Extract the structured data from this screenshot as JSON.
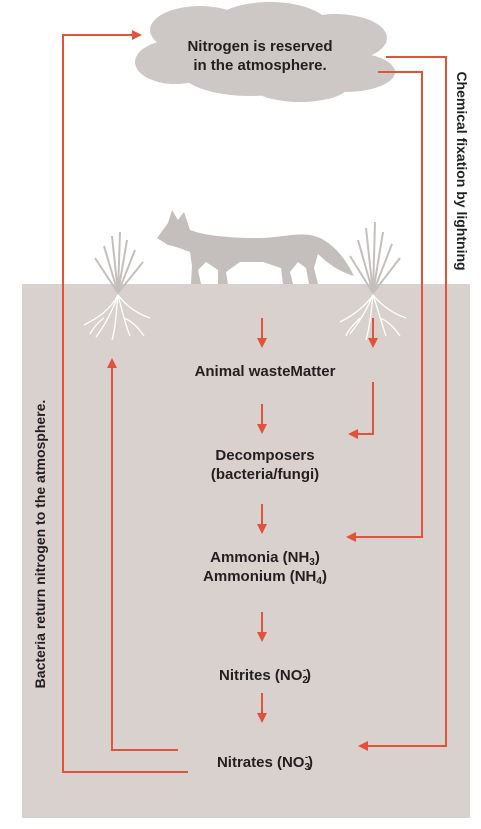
{
  "cloud_text": [
    "Nitrogen is reserved",
    "in the atmosphere."
  ],
  "side_labels": {
    "right": "Chemical fixation by lightning",
    "left": "Bacteria return nitrogen to the atmosphere."
  },
  "steps": {
    "animal_waste": "Animal wasteMatter",
    "decomposers": [
      "Decomposers",
      "(bacteria/fungi)"
    ],
    "ammonia": {
      "text": "Ammonia (NH",
      "sub": "3",
      "close": ")"
    },
    "ammonium": {
      "text": "Ammonium (NH",
      "sub": "4",
      "close": ")"
    },
    "nitrites": {
      "text": "Nitrites (NO",
      "sub": "2",
      "mark": "-",
      "close": ")"
    },
    "nitrates": {
      "text": "Nitrates (NO",
      "sub": "3",
      "mark": "-",
      "close": ")"
    }
  },
  "colors": {
    "arrow": "#e0533a",
    "soil": "#d8d1ce",
    "cloud": "#cdc8c6",
    "fox": "#c4bfbd",
    "roots": "#ffffff",
    "text": "#231f20"
  }
}
